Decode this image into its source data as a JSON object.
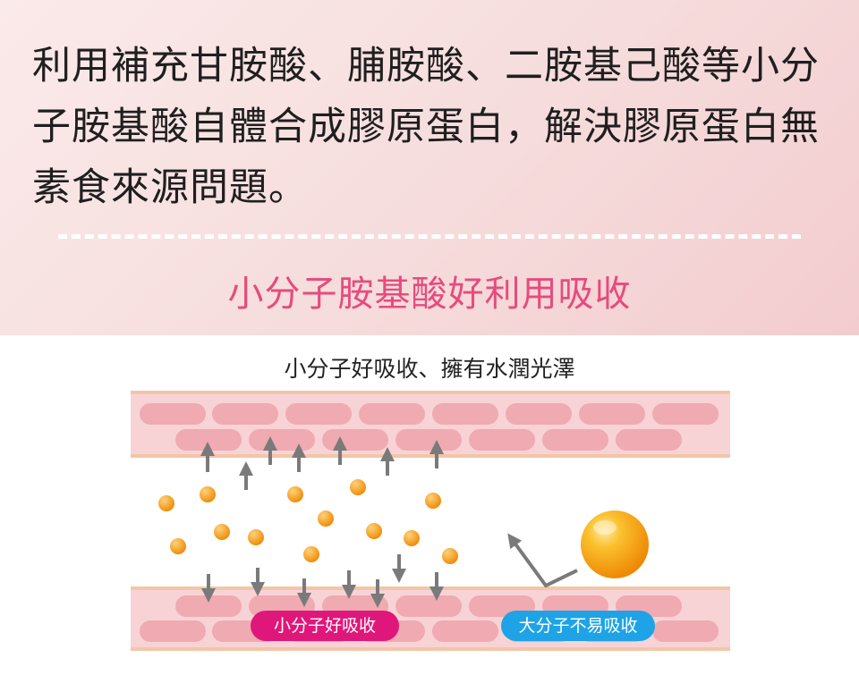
{
  "intro_text": "利用補充甘胺酸、脯胺酸、二胺基己酸等小分子胺基酸自體合成膠原蛋白，解決膠原蛋白無素食來源問題。",
  "subtitle": "小分子胺基酸好利用吸收",
  "diagram": {
    "caption": "小分子好吸收、擁有水潤光澤",
    "small_label": "小分子好吸收",
    "large_label": "大分子不易吸收"
  },
  "colors": {
    "accent_pink": "#e64b7e",
    "pill_pink": "#e0177a",
    "pill_blue": "#1ea3e6",
    "wall": "#f6c8cc",
    "cell": "#eea6ad",
    "molecule": "#f39c12"
  }
}
